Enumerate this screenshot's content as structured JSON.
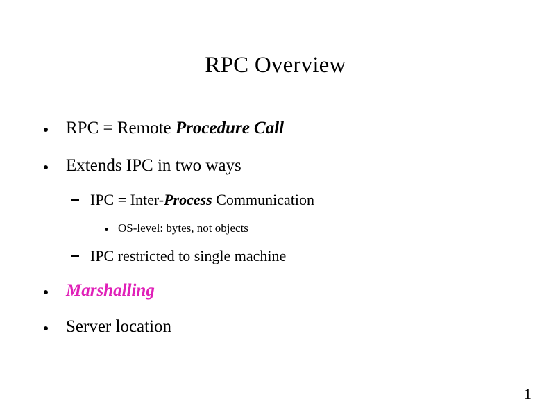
{
  "slide": {
    "title": "RPC Overview",
    "page_number": "1",
    "accent_color": "#e020b8",
    "bullets": [
      {
        "level": 1,
        "name": "bullet-rpc-definition",
        "parts": [
          {
            "text": "RPC = Remote ",
            "style": "normal"
          },
          {
            "text": "Procedure Call",
            "style": "italic-bold"
          }
        ]
      },
      {
        "level": 1,
        "name": "bullet-extends-ipc",
        "parts": [
          {
            "text": "Extends IPC in two ways",
            "style": "normal"
          }
        ]
      },
      {
        "level": 2,
        "name": "bullet-ipc-definition",
        "parts": [
          {
            "text": "IPC = Inter-",
            "style": "normal"
          },
          {
            "text": "Process",
            "style": "italic-bold"
          },
          {
            "text": " Communication",
            "style": "normal"
          }
        ]
      },
      {
        "level": 3,
        "name": "bullet-os-level",
        "parts": [
          {
            "text": "OS-level: bytes, not objects",
            "style": "normal"
          }
        ]
      },
      {
        "level": 2,
        "name": "bullet-ipc-single-machine",
        "parts": [
          {
            "text": "IPC restricted to single machine",
            "style": "normal"
          }
        ]
      },
      {
        "level": 1,
        "name": "bullet-marshalling",
        "parts": [
          {
            "text": "Marshalling",
            "style": "accent-italic-bold"
          }
        ]
      },
      {
        "level": 1,
        "name": "bullet-server-location",
        "parts": [
          {
            "text": "Server location",
            "style": "normal"
          }
        ]
      }
    ],
    "text_runs": {
      "rpc_1": "RPC = Remote ",
      "rpc_2": "Procedure Call",
      "extends": "Extends IPC in two ways",
      "ipc_1": "IPC = Inter-",
      "ipc_2": "Process",
      "ipc_3": " Communication",
      "oslevel": "OS-level: bytes, not objects",
      "ipcrest": "IPC restricted to single machine",
      "marshalling": "Marshalling",
      "server": "Server location"
    }
  }
}
